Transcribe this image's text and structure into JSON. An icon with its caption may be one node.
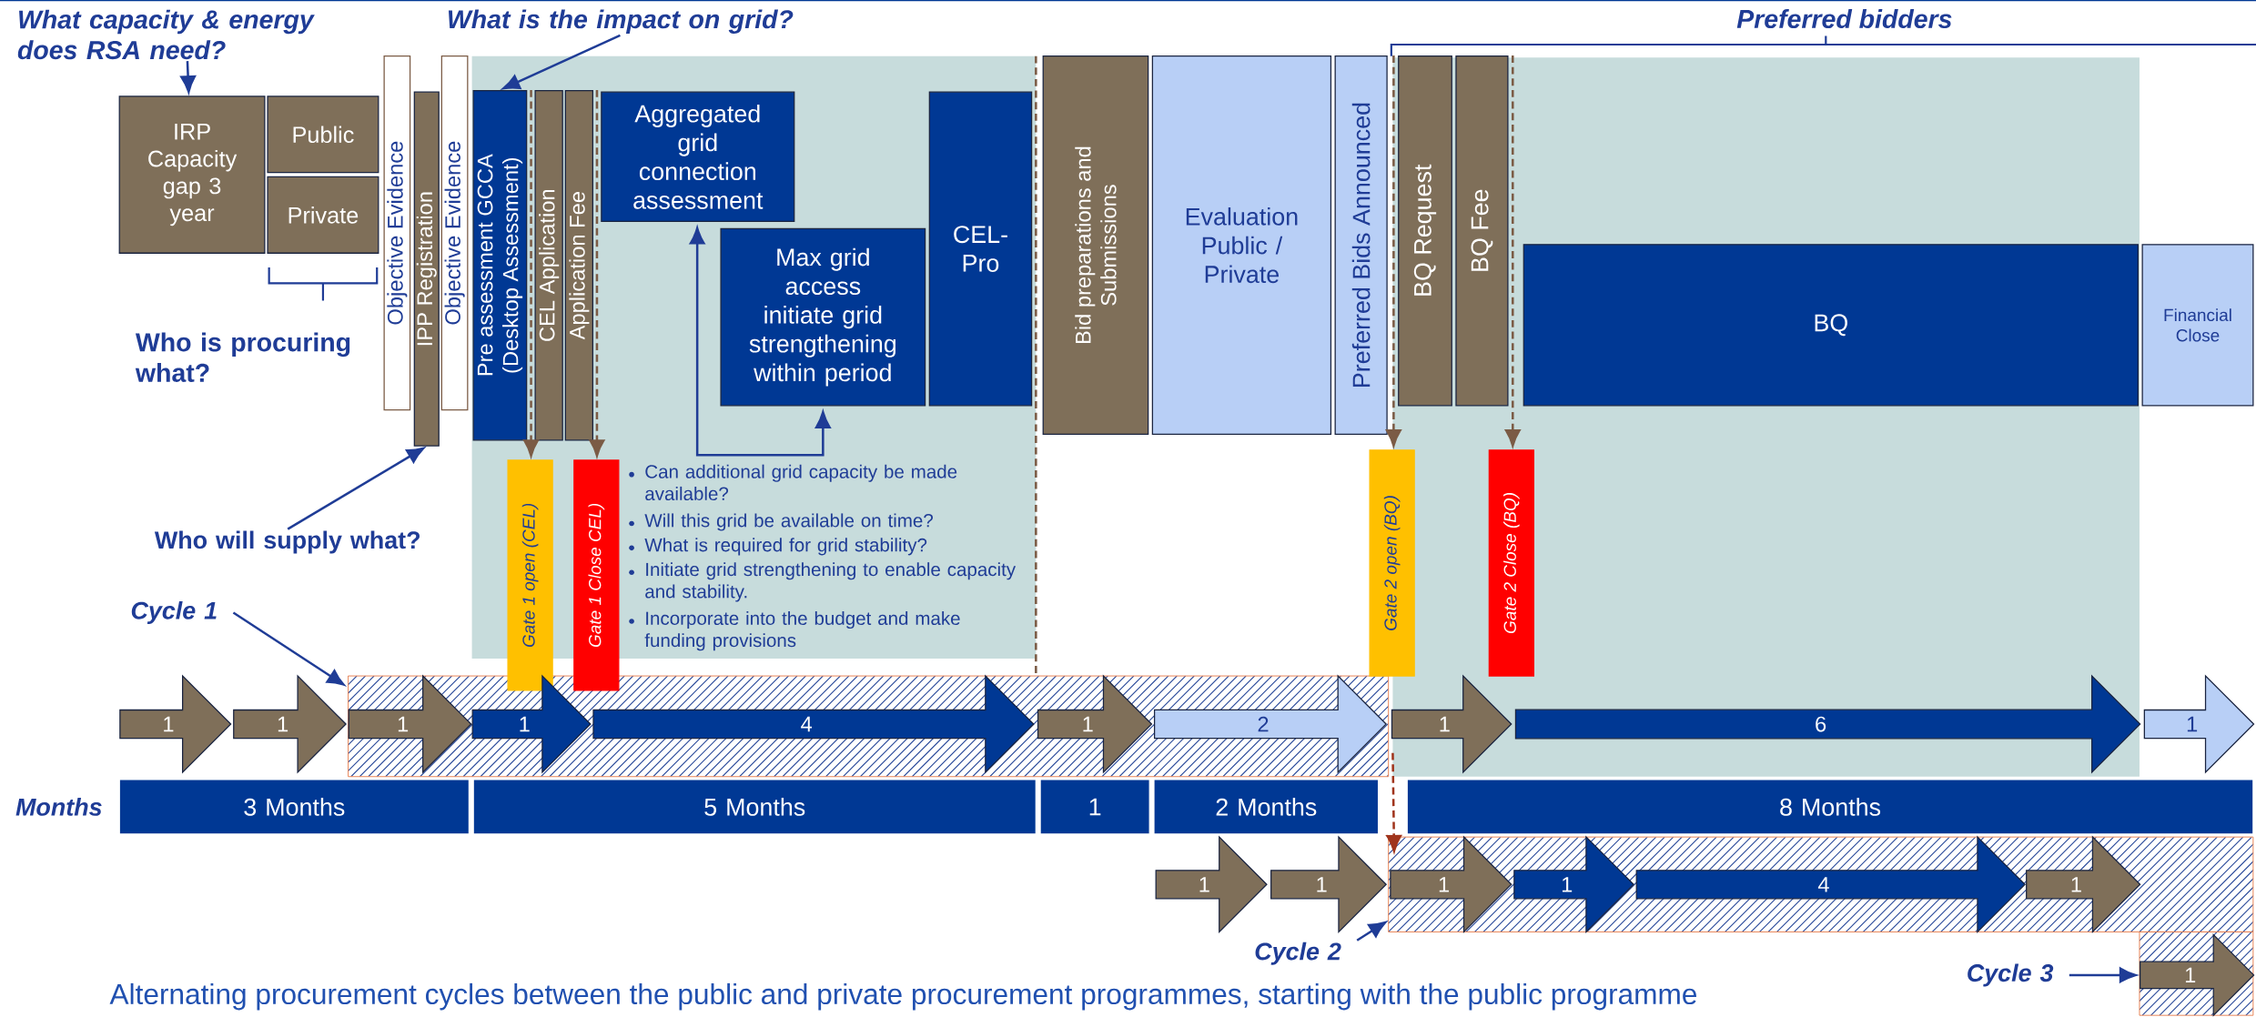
{
  "diagram": {
    "caption": "Alternating procurement cycles between the public and private procurement programmes, starting with the public programme",
    "nodes": [
      {
        "text": [
          "What capacity & energy does RSA need?"
        ]
      },
      {
        "text": [
          "What is the impact on grid?"
        ]
      },
      {
        "text": [
          "IRP Capacity gap 3 year"
        ]
      },
      {
        "text": [
          "Public"
        ]
      },
      {
        "text": [
          "Private"
        ]
      },
      {
        "text": [
          "Objective Evidence"
        ]
      },
      {
        "text": [
          "IPP Registration"
        ]
      },
      {
        "text": [
          "Objective Evidence"
        ]
      },
      {
        "text": [
          "Pre assessment GCCA (Desktop Assessment)"
        ]
      },
      {
        "text": [
          "CEL Application"
        ]
      },
      {
        "text": [
          "Application Fee"
        ]
      },
      {
        "text": [
          "Aggregated grid connection assessment"
        ]
      },
      {
        "text": [
          "Max grid access initiate grid strengthening within period"
        ]
      },
      {
        "text": [
          "CEL-Pro"
        ]
      },
      {
        "text": [
          "Bid preparations and Submissions"
        ]
      },
      {
        "text": [
          "Evaluation Public / Private"
        ]
      },
      {
        "text": [
          "Preferred Bids Announced"
        ]
      },
      {
        "text": [
          "BQ Request"
        ]
      },
      {
        "text": [
          "BQ Fee"
        ]
      },
      {
        "text": [
          "BQ"
        ]
      },
      {
        "text": [
          "Financial Close"
        ]
      },
      {
        "text": [
          "Gate 1 open (CEL)"
        ]
      },
      {
        "text": [
          "Gate 1 Close CEL)"
        ]
      },
      {
        "text": [
          "Who will supply what?"
        ]
      },
      {
        "text": [
          "Gate 2 open (BQ)"
        ]
      },
      {
        "text": [
          "Gate 2 Close (BQ)"
        ]
      },
      {
        "text": [
          "Cycle 1"
        ]
      },
      {
        "text": [
          "1"
        ]
      },
      {
        "text": [
          "1"
        ]
      },
      {
        "text": [
          "1"
        ]
      },
      {
        "text": [
          "1"
        ]
      },
      {
        "text": [
          "4"
        ]
      },
      {
        "text": [
          "1"
        ]
      },
      {
        "text": [
          "2"
        ]
      },
      {
        "text": [
          "1"
        ]
      },
      {
        "text": [
          "6"
        ]
      },
      {
        "text": [
          "1"
        ]
      },
      {
        "text": [
          "3 Months"
        ]
      },
      {
        "text": [
          "5 Months"
        ]
      },
      {
        "text": [
          "1"
        ]
      },
      {
        "text": [
          "2 Months"
        ]
      },
      {
        "text": [
          "8 Months"
        ]
      },
      {
        "text": [
          "1"
        ]
      },
      {
        "text": [
          "1"
        ]
      },
      {
        "text": [
          "1"
        ]
      },
      {
        "text": [
          "1"
        ]
      },
      {
        "text": [
          "4"
        ]
      },
      {
        "text": [
          "1"
        ]
      },
      {
        "text": [
          "Cycle 2"
        ]
      },
      {
        "text": [
          "Cycle 3"
        ]
      },
      {
        "text": [
          "1"
        ]
      }
    ],
    "edges": [
      {
        "from": 0,
        "to": 2,
        "arrow": "to"
      },
      {
        "from": 1,
        "to": 8,
        "arrow": "to"
      },
      {
        "from": 23,
        "to": 6,
        "arrow": "to"
      },
      {
        "from": 12,
        "to": 11,
        "arrow": "both"
      },
      {
        "from": 9,
        "to": 21,
        "arrow": "to",
        "style": "dashed",
        "color": "#7b5b45"
      },
      {
        "from": 10,
        "to": 22,
        "arrow": "to",
        "style": "dashed",
        "color": "#7b5b45"
      },
      {
        "from": 17,
        "to": 24,
        "arrow": "to",
        "style": "dashed",
        "color": "#7b5b45"
      },
      {
        "from": 18,
        "to": 25,
        "arrow": "to",
        "style": "dashed",
        "color": "#7b5b45"
      },
      {
        "from": 26,
        "to": 29,
        "arrow": "to"
      },
      {
        "from": 34,
        "to": 44,
        "arrow": "to",
        "style": "dashed",
        "color": "#a0341c"
      },
      {
        "from": 48,
        "to": 44,
        "arrow": "to"
      },
      {
        "from": 49,
        "to": 50,
        "arrow": "to"
      }
    ],
    "labels": [
      "Preferred bidders",
      "Who is procuring what?",
      "Can additional grid capacity be made available?",
      "Will this grid be available on time?",
      "What is required for grid stability?",
      "Initiate grid strengthening to enable capacity and stability.",
      "Incorporate into the budget and make funding provisions",
      "Months"
    ]
  }
}
